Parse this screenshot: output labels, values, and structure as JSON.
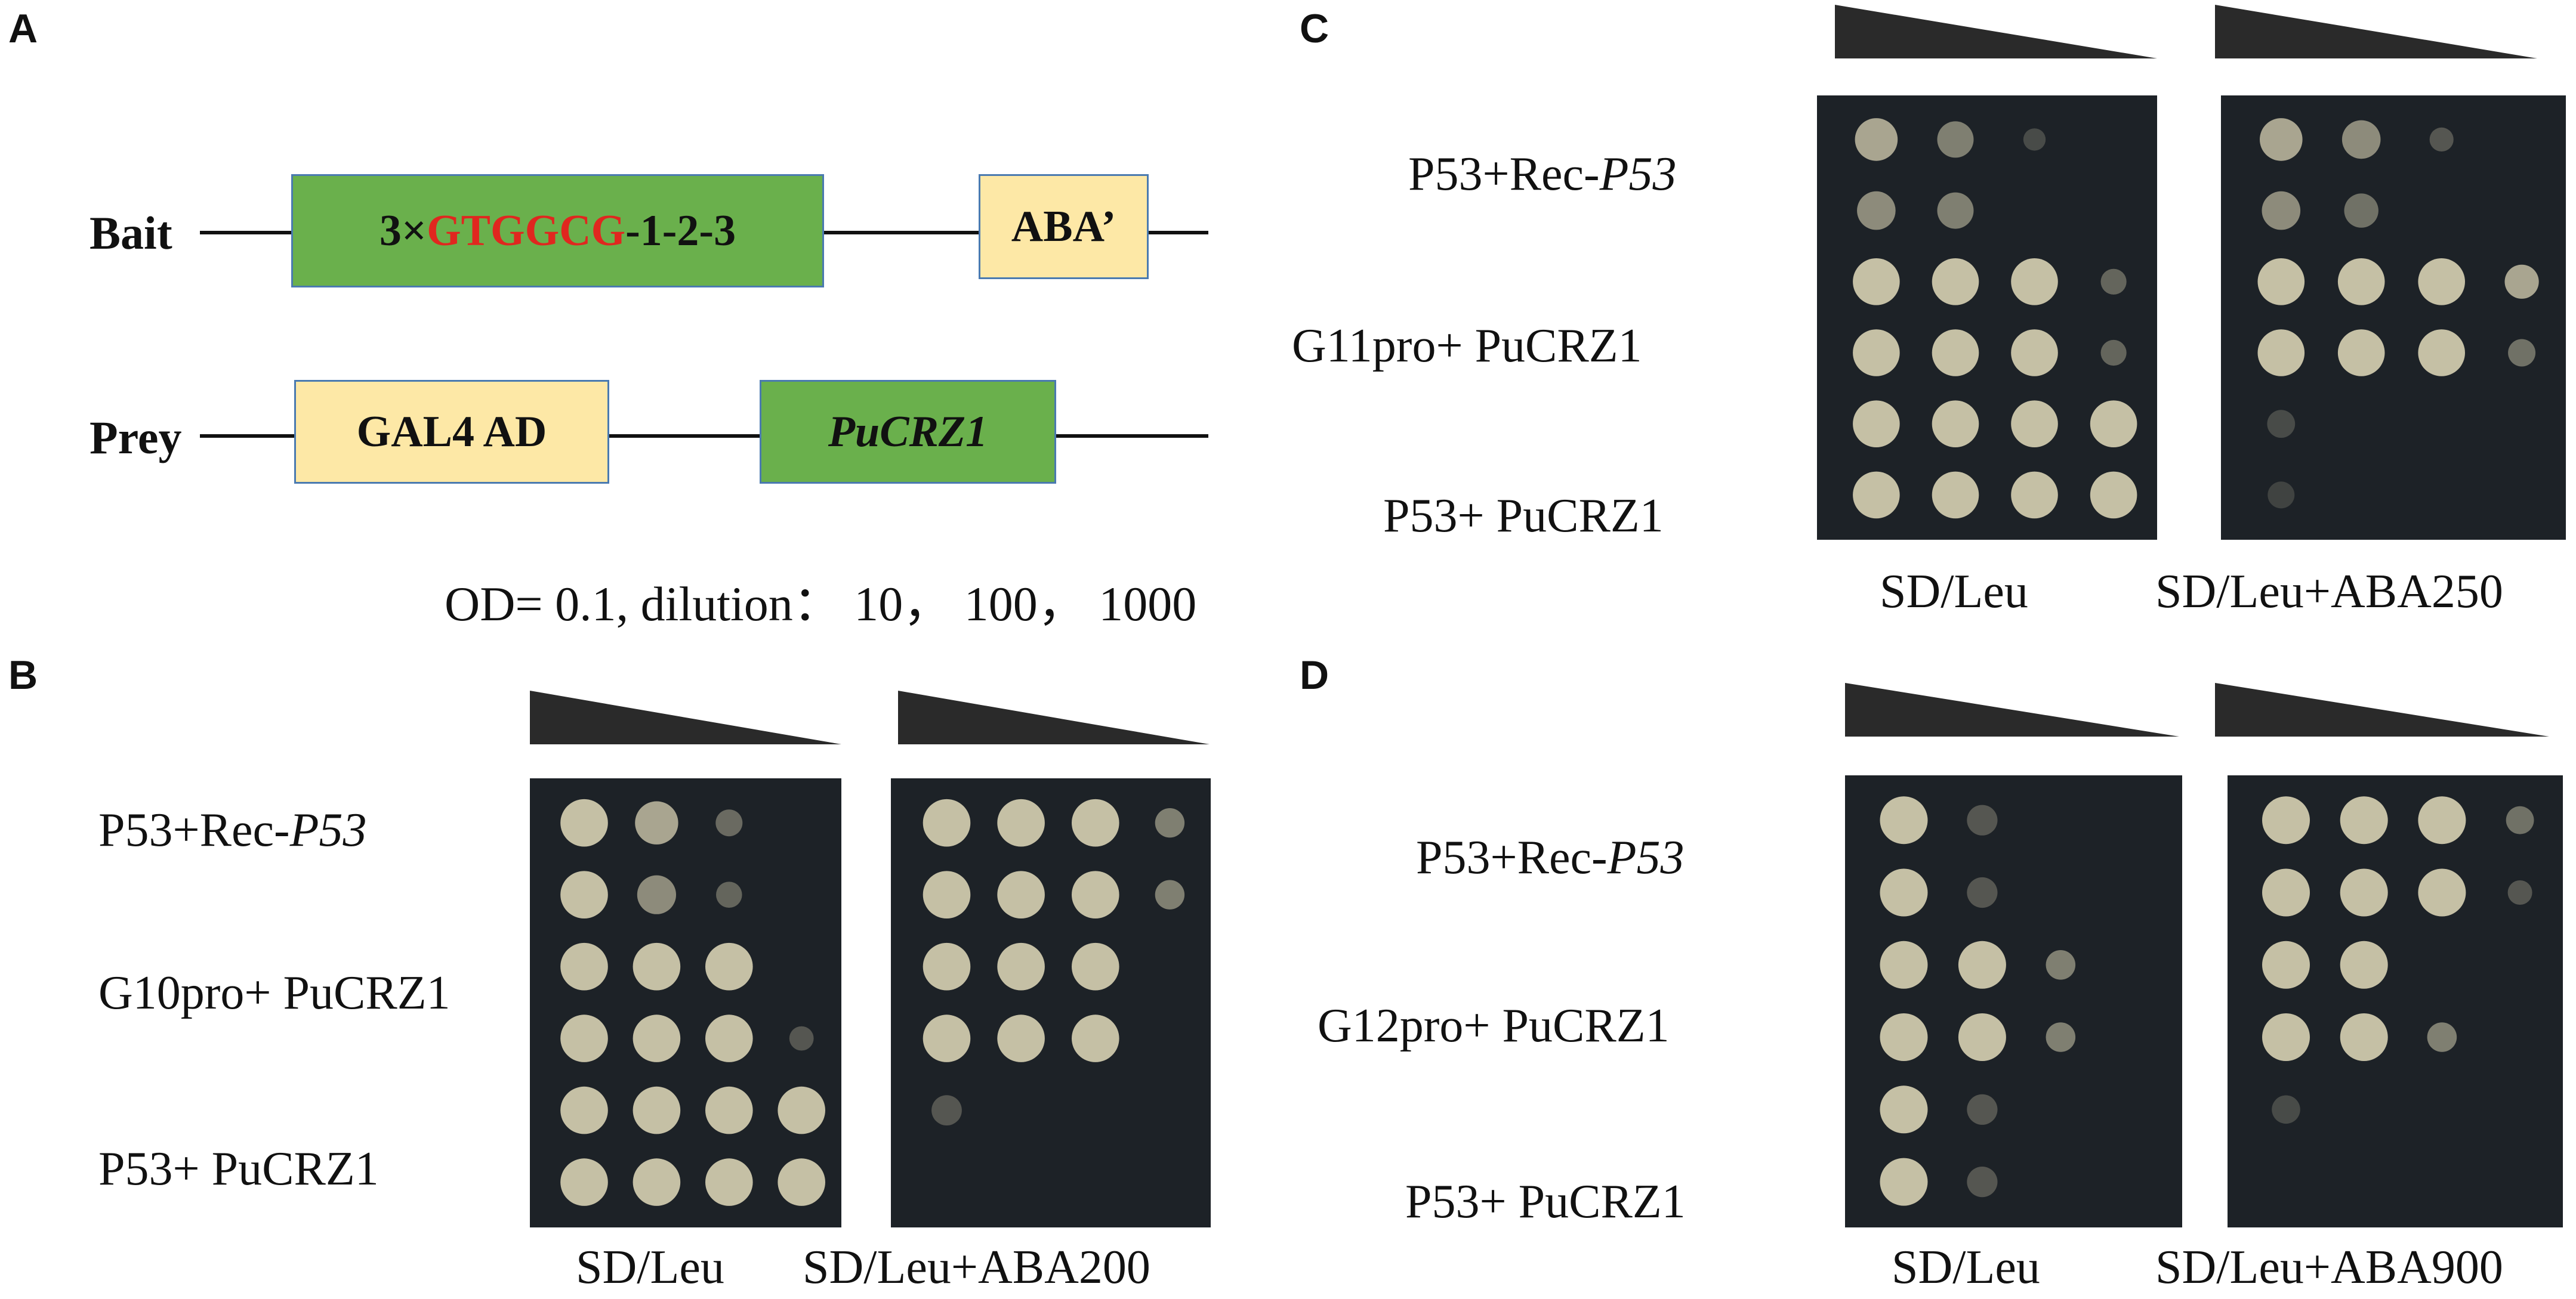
{
  "panels": {
    "a": {
      "letter": "A",
      "bait": {
        "label": "Bait",
        "prefix": "3×",
        "motif": "GTGGCG",
        "suffix": "-1-2-3",
        "reporter": "ABA’"
      },
      "prey": {
        "label": "Prey",
        "domain": "GAL4 AD",
        "gene": "PuCRZ1"
      },
      "od_text": "OD= 0.1, dilution： 10， 100， 1000"
    },
    "b": {
      "letter": "B",
      "rows": [
        {
          "prefix": "P53+Rec-",
          "italic": "P53"
        },
        {
          "prefix": "G10pro+ PuCRZ1",
          "italic": ""
        },
        {
          "prefix": "P53+ PuCRZ1",
          "italic": ""
        }
      ],
      "conditions": [
        "SD/Leu",
        "SD/Leu+ABA200"
      ],
      "growth": [
        [
          [
            1.0,
            0.8,
            0.35,
            0
          ],
          [
            1.0,
            0.6,
            0.3,
            0
          ],
          [
            1,
            1,
            1,
            0
          ],
          [
            1,
            1,
            1,
            0.2
          ],
          [
            1,
            1,
            1,
            1
          ],
          [
            1,
            1,
            1,
            1
          ]
        ],
        [
          [
            1,
            1,
            1,
            0.5
          ],
          [
            1,
            1,
            1,
            0.5
          ],
          [
            1,
            1,
            1,
            0
          ],
          [
            1,
            1,
            1,
            0
          ],
          [
            0.2,
            0,
            0,
            0
          ],
          [
            0,
            0,
            0,
            0
          ]
        ]
      ]
    },
    "c": {
      "letter": "C",
      "rows": [
        {
          "prefix": "P53+Rec-",
          "italic": "P53"
        },
        {
          "prefix": "G11pro+ PuCRZ1",
          "italic": ""
        },
        {
          "prefix": "P53+ PuCRZ1",
          "italic": ""
        }
      ],
      "conditions": [
        "SD/Leu",
        "SD/Leu+ABA250"
      ],
      "growth": [
        [
          [
            0.8,
            0.5,
            0.1,
            0
          ],
          [
            0.6,
            0.5,
            0,
            0
          ],
          [
            1,
            1,
            1,
            0.3
          ],
          [
            1,
            1,
            1,
            0.3
          ],
          [
            1,
            1,
            1,
            1
          ],
          [
            1,
            1,
            1,
            1
          ]
        ],
        [
          [
            0.8,
            0.6,
            0.2,
            0
          ],
          [
            0.6,
            0.4,
            0,
            0
          ],
          [
            1,
            1,
            1,
            0.8
          ],
          [
            1,
            1,
            1,
            0.4
          ],
          [
            0.1,
            0,
            0,
            0
          ],
          [
            0.05,
            0,
            0,
            0
          ]
        ]
      ]
    },
    "d": {
      "letter": "D",
      "rows": [
        {
          "prefix": "P53+Rec-",
          "italic": "P53"
        },
        {
          "prefix": "G12pro+ PuCRZ1",
          "italic": ""
        },
        {
          "prefix": "P53+ PuCRZ1",
          "italic": ""
        }
      ],
      "conditions": [
        "SD/Leu",
        "SD/Leu+ABA900"
      ],
      "growth": [
        [
          [
            1,
            0.2,
            0,
            0
          ],
          [
            1,
            0.2,
            0,
            0
          ],
          [
            1,
            1,
            0.5,
            0
          ],
          [
            1,
            1,
            0.5,
            0
          ],
          [
            1,
            0.2,
            0,
            0
          ],
          [
            1,
            0.2,
            0,
            0
          ]
        ],
        [
          [
            1,
            1,
            1,
            0.4
          ],
          [
            1,
            1,
            1,
            0.2
          ],
          [
            1,
            1,
            0,
            0
          ],
          [
            1,
            1,
            0.5,
            0
          ],
          [
            0.1,
            0,
            0,
            0
          ],
          [
            0,
            0,
            0,
            0
          ]
        ]
      ]
    }
  },
  "colors": {
    "green_box": "#6ab04c",
    "tan_box": "#fde8a6",
    "motif_red": "#e0271f",
    "plate": "#1d2227",
    "colony": "#d8d2b4"
  }
}
